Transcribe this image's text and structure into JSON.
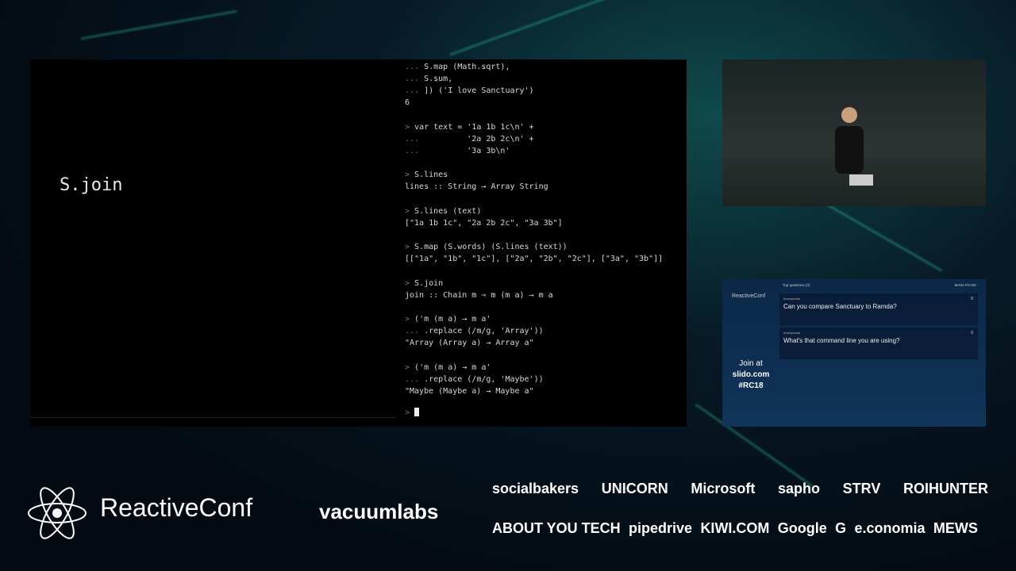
{
  "slide": {
    "title": "S.join"
  },
  "terminal": {
    "lines": [
      [
        "... ",
        "S.map (Math.sqrt),"
      ],
      [
        "... ",
        "S.sum,"
      ],
      [
        "... ",
        "]) ('I love Sanctuary')"
      ],
      [
        "",
        "6"
      ],
      [
        "",
        ""
      ],
      [
        "> ",
        "var text = '1a 1b 1c\\n' +"
      ],
      [
        "...",
        "          '2a 2b 2c\\n' +"
      ],
      [
        "...",
        "          '3a 3b\\n'"
      ],
      [
        "",
        ""
      ],
      [
        "> ",
        "S.lines"
      ],
      [
        "",
        "lines :: String → Array String"
      ],
      [
        "",
        ""
      ],
      [
        "> ",
        "S.lines (text)"
      ],
      [
        "",
        "[\"1a 1b 1c\", \"2a 2b 2c\", \"3a 3b\"]"
      ],
      [
        "",
        ""
      ],
      [
        "> ",
        "S.map (S.words) (S.lines (text))"
      ],
      [
        "",
        "[[\"1a\", \"1b\", \"1c\"], [\"2a\", \"2b\", \"2c\"], [\"3a\", \"3b\"]]"
      ],
      [
        "",
        ""
      ],
      [
        "> ",
        "S.join"
      ],
      [
        "",
        "join :: Chain m ⇒ m (m a) → m a"
      ],
      [
        "",
        ""
      ],
      [
        "> ",
        "('m (m a) → m a'"
      ],
      [
        "... ",
        ".replace (/m/g, 'Array'))"
      ],
      [
        "",
        "\"Array (Array a) → Array a\""
      ],
      [
        "",
        ""
      ],
      [
        "> ",
        "('m (m a) → m a'"
      ],
      [
        "... ",
        ".replace (/m/g, 'Maybe'))"
      ],
      [
        "",
        "\"Maybe (Maybe a) → Maybe a\""
      ]
    ],
    "prompt": "> "
  },
  "slido": {
    "brand": "ReactiveConf",
    "tab": "Top questions (2)",
    "room": "MAIN STAGE",
    "questions": [
      {
        "author": "Anonymous",
        "text": "Can you compare Sanctuary to Ramda?",
        "likes": "0"
      },
      {
        "author": "Anonymous",
        "text": "What's that command line you are using?",
        "likes": "0"
      }
    ],
    "join": [
      "Join at",
      "slido.com",
      "#RC18"
    ]
  },
  "footer": {
    "logo": "ReactiveConf",
    "host": "vacuumlabs",
    "sponsors_row1": [
      "socialbakers",
      "UNICORN",
      "Microsoft",
      "sapho",
      "STRV",
      "ROIHUNTER"
    ],
    "sponsors_row2": [
      "ABOUT YOU TECH",
      "pipedrive",
      "KIWI.COM",
      "Google",
      "G",
      "e.conomia",
      "MEWS"
    ]
  },
  "colors": {
    "accent": "#2fd6a0",
    "background": "#071a26"
  }
}
